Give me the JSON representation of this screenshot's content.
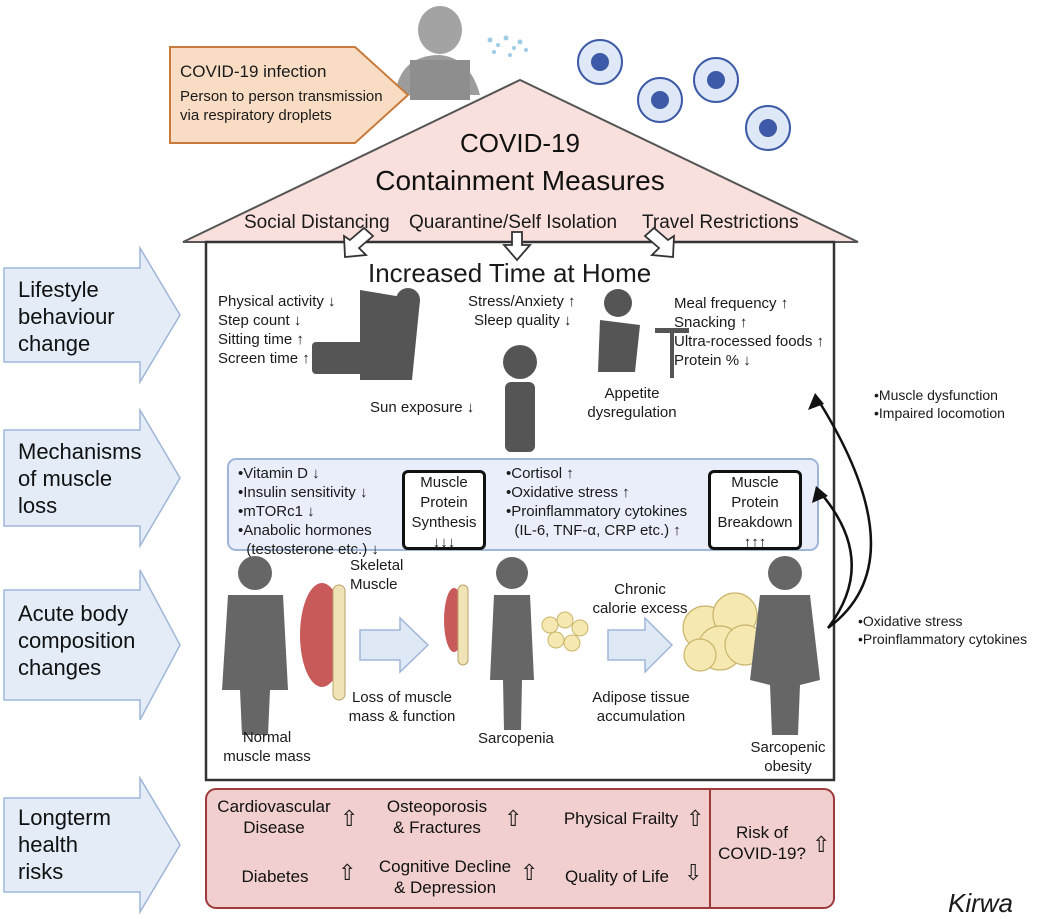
{
  "callout": {
    "title": "COVID-19 infection",
    "line1": "Person to person transmission",
    "line2": "via respiratory droplets"
  },
  "roof": {
    "title1": "COVID-19",
    "title2": "Containment Measures",
    "measures": [
      "Social Distancing",
      "Quarantine/Self Isolation",
      "Travel Restrictions"
    ]
  },
  "house": {
    "heading": "Increased Time at Home",
    "activity": [
      "Physical activity ↓",
      "Step count ↓",
      "Sitting time ↑",
      "Screen time ↑"
    ],
    "stress": [
      "Stress/Anxiety ↑",
      "Sleep quality ↓"
    ],
    "sun": "Sun exposure ↓",
    "appetite": [
      "Appetite",
      "dysregulation"
    ],
    "diet": [
      "Meal frequency ↑",
      "Snacking ↑",
      "Ultra-rocessed foods ↑",
      "Protein % ↓"
    ]
  },
  "mechanisms": {
    "left": [
      "•Vitamin D ↓",
      "•Insulin sensitivity ↓",
      "•mTORc1 ↓",
      "•Anabolic hormones",
      "  (testosterone etc.) ↓"
    ],
    "synthesis": [
      "Muscle",
      "Protein",
      "Synthesis",
      "↓↓↓"
    ],
    "right": [
      "•Cortisol ↑",
      "•Oxidative stress ↑",
      "•Proinflammatory cytokines",
      "  (IL-6, TNF-α, CRP etc.) ↑"
    ],
    "breakdown": [
      "Muscle",
      "Protein",
      "Breakdown",
      "↑↑↑"
    ]
  },
  "body": {
    "skeletal": [
      "Skeletal",
      "Muscle"
    ],
    "normal": [
      "Normal",
      "muscle mass"
    ],
    "loss": [
      "Loss of muscle",
      "mass & function"
    ],
    "sarcopenia": "Sarcopenia",
    "chronic": [
      "Chronic",
      "calorie excess"
    ],
    "adipose": [
      "Adipose tissue",
      "accumulation"
    ],
    "obesity": [
      "Sarcopenic",
      "obesity"
    ]
  },
  "feedback": {
    "top": [
      "•Muscle dysfunction",
      "•Impaired locomotion"
    ],
    "bottom": [
      "•Oxidative stress",
      "•Proinflammatory cytokines"
    ]
  },
  "risks": {
    "cardio": [
      "Cardiovascular",
      "Disease"
    ],
    "osteo": [
      "Osteoporosis",
      "& Fractures"
    ],
    "frailty": "Physical Frailty",
    "diabetes": "Diabetes",
    "cognitive": [
      "Cognitive Decline",
      "& Depression"
    ],
    "quality": "Quality of Life",
    "covid": [
      "Risk of",
      "COVID-19?"
    ]
  },
  "side_labels": [
    "Lifestyle\nbehaviour\nchange",
    "Mechanisms\nof muscle\nloss",
    "Acute body\ncomposition\nchanges",
    "Longterm\nhealth\nrisks"
  ],
  "author": "Kirwa",
  "colors": {
    "roof": "#f9e0dc",
    "callout": "#f8ddc4",
    "callout_border": "#c87a3a",
    "side_arrow": "#e3ecf7",
    "mech_box": "#e9eefa",
    "risk_box": "#f2cfcf",
    "risk_border": "#a03a3a",
    "virus": "#3d5aa8"
  }
}
